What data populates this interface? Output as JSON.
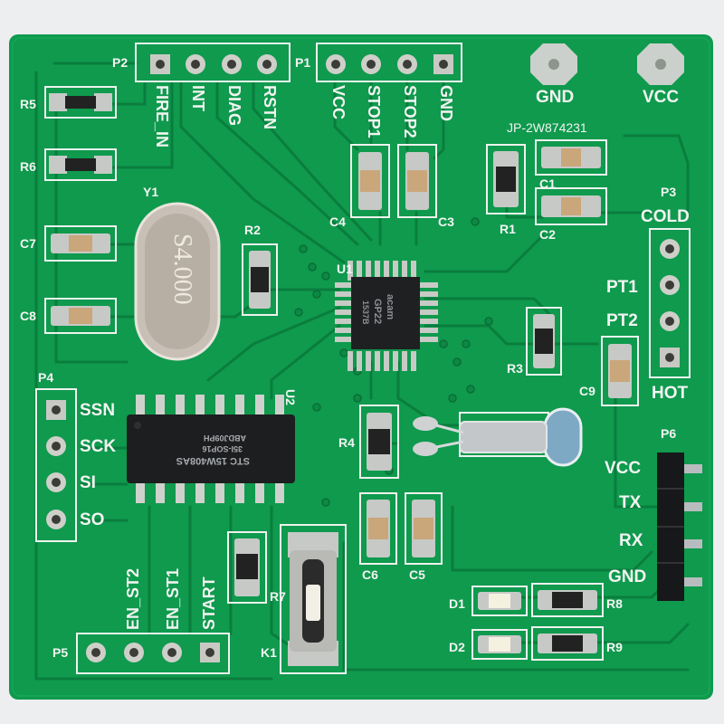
{
  "pcb": {
    "board_color": "#0f9a4e",
    "trace_color": "#0a7d3d",
    "silk_color": "#f2f4f1",
    "pad_color": "#c8ccd0",
    "labels": {
      "p1": "P1",
      "p2": "P2",
      "p3": "P3",
      "p4": "P4",
      "p5": "P5",
      "p6": "P6",
      "fire_in": "FIRE_IN",
      "int": "INT",
      "diag": "DIAG",
      "rstn": "RSTN",
      "vcc_top": "VCC",
      "stop1": "STOP1",
      "stop2": "STOP2",
      "gnd_top": "GND",
      "gnd_pad": "GND",
      "vcc_pad": "VCC",
      "jumper": "JP-2W874231",
      "y1": "Y1",
      "r1": "R1",
      "r2": "R2",
      "r3": "R3",
      "r4": "R4",
      "r5": "R5",
      "r6": "R6",
      "r7": "R7",
      "r8": "R8",
      "r9": "R9",
      "c1": "C1",
      "c2": "C2",
      "c3": "C3",
      "c4": "C4",
      "c5": "C5",
      "c6": "C6",
      "c7": "C7",
      "c8": "C8",
      "c9": "C9",
      "u1": "U1",
      "u2": "U2",
      "k1": "K1",
      "d1": "D1",
      "d2": "D2",
      "cold": "COLD",
      "pt1": "PT1",
      "pt2": "PT2",
      "hot": "HOT",
      "ssn": "SSN",
      "sck": "SCK",
      "si": "SI",
      "so": "SO",
      "en_st2": "EN_ST2",
      "en_st1": "EN_ST1",
      "start": "START",
      "vcc_p6": "VCC",
      "tx": "TX",
      "rx": "RX",
      "gnd_p6": "GND"
    },
    "crystal_marking": "S4.000",
    "u1_marking": [
      "acam",
      "GP22",
      "1537B"
    ],
    "u2_marking": [
      "STC 15W408AS",
      "35I-SOP16",
      "ABDJ09PH"
    ]
  }
}
